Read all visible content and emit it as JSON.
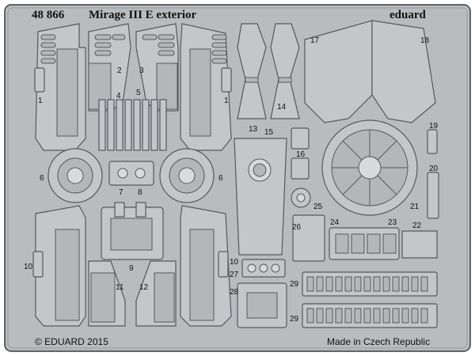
{
  "header": {
    "code": "48 866",
    "title": "Mirage III E exterior",
    "brand": "eduard"
  },
  "footer": {
    "copyright": "© EDUARD 2015",
    "origin": "Made in Czech Republic"
  },
  "part_numbers": {
    "p1a": "1",
    "p1b": "1",
    "p2": "2",
    "p3": "3",
    "p4": "4",
    "p5": "5",
    "p6a": "6",
    "p6b": "6",
    "p7": "7",
    "p8": "8",
    "p9": "9",
    "p10a": "10",
    "p10b": "10",
    "p11": "11",
    "p12": "12",
    "p13": "13",
    "p14": "14",
    "p15": "15",
    "p16": "16",
    "p17": "17",
    "p18": "18",
    "p19": "19",
    "p20": "20",
    "p21": "21",
    "p22": "22",
    "p23": "23",
    "p24": "24",
    "p25": "25",
    "p26": "26",
    "p27": "27",
    "p28": "28",
    "p29a": "29",
    "p29b": "29"
  },
  "colors": {
    "fret": "#b9bcbf",
    "fret_border": "#3a3c3f",
    "part": "#c4c7ca",
    "outline": "#55585c"
  }
}
